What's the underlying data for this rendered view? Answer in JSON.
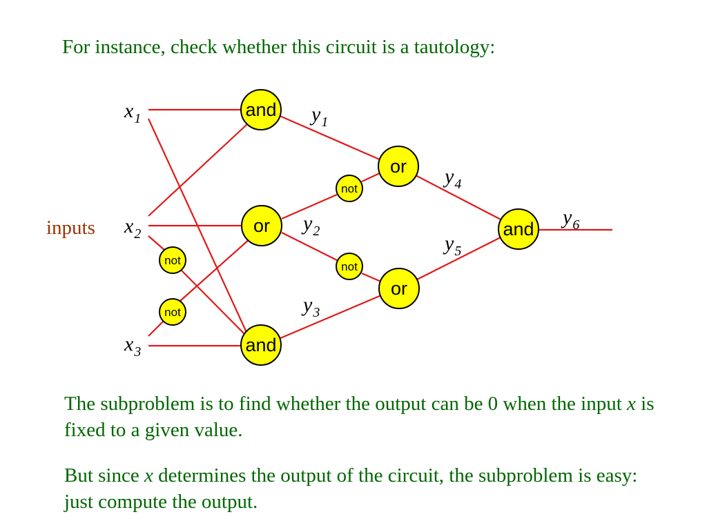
{
  "title": "For instance, check whether this circuit is a tautology:",
  "inputs_label": "inputs",
  "gates": {
    "and_top": "and",
    "or_mid": "or",
    "and_bottom": "and",
    "or_right_top": "or",
    "or_right_bottom": "or",
    "and_final": "and",
    "not_x2": "not",
    "not_x3": "not",
    "not_y2_up": "not",
    "not_y2_down": "not"
  },
  "variables": {
    "x1": {
      "base": "x",
      "sub": "1"
    },
    "x2": {
      "base": "x",
      "sub": "2"
    },
    "x3": {
      "base": "x",
      "sub": "3"
    },
    "y1": {
      "base": "y",
      "sub": "1"
    },
    "y2": {
      "base": "y",
      "sub": "2"
    },
    "y3": {
      "base": "y",
      "sub": "3"
    },
    "y4": {
      "base": "y",
      "sub": "4"
    },
    "y5": {
      "base": "y",
      "sub": "5"
    },
    "y6": {
      "base": "y",
      "sub": "6"
    }
  },
  "paragraph1": {
    "part1": "The subproblem is to find whether the output can be 0 when the input ",
    "var": "x",
    "part2": " is fixed to a given value."
  },
  "paragraph2": {
    "part1": "But since ",
    "var": "x",
    "part2": " determines the output of the circuit, the subproblem is easy: just compute the output."
  },
  "colors": {
    "text_green": "#006600",
    "wire_red": "#e01818",
    "gate_yellow": "#ffff00",
    "inputs_brown": "#993300"
  }
}
